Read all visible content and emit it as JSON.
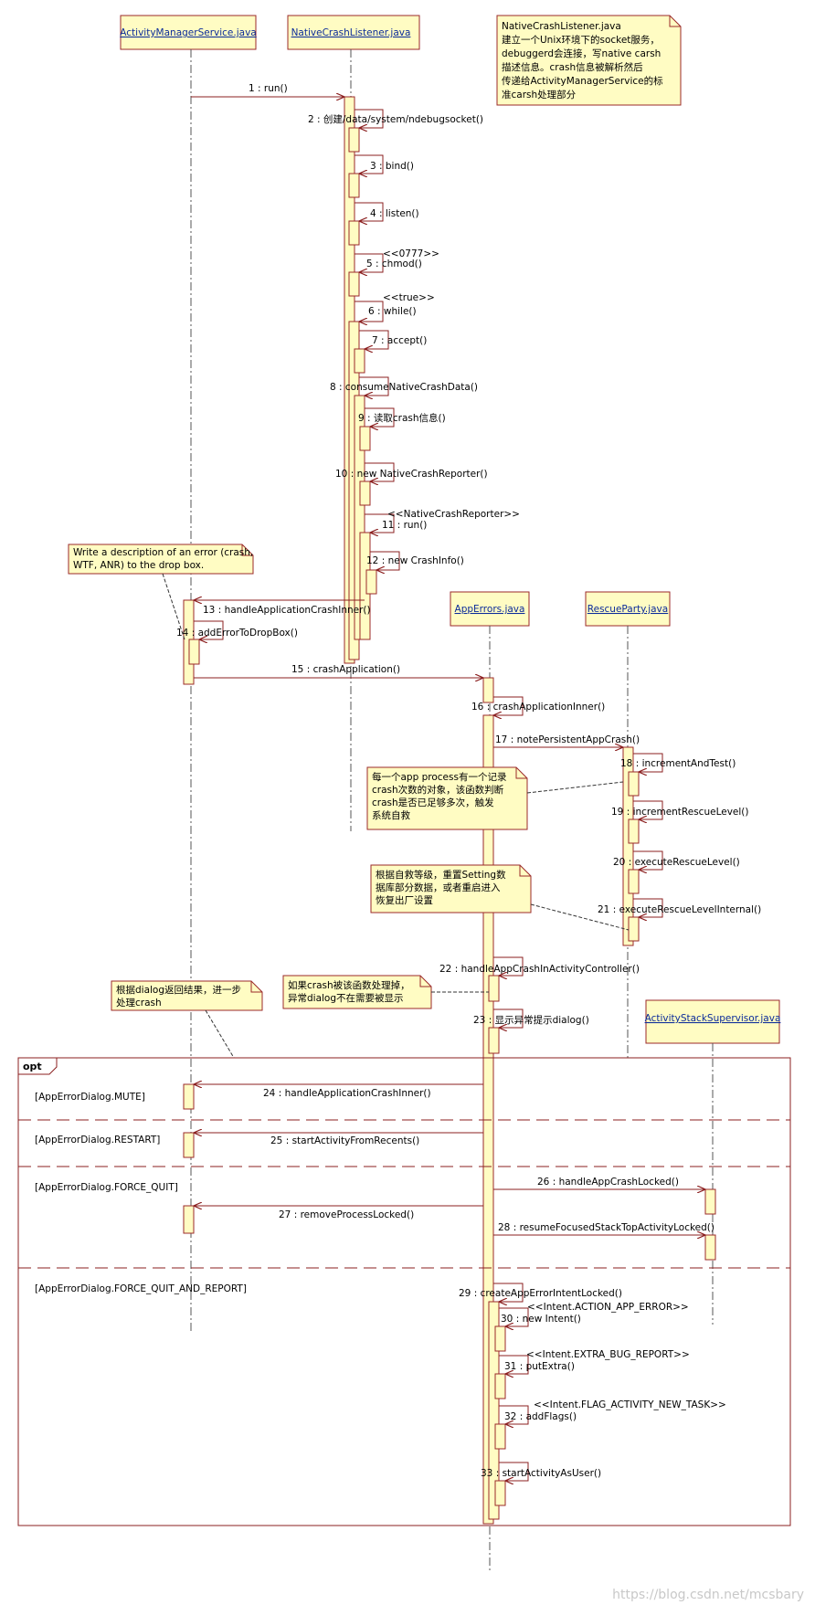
{
  "colors": {
    "box_fill": "#fffcc3",
    "box_stroke": "#9b2a2a",
    "arrow": "#8b1f1f",
    "lifeline": "#555555",
    "opt_border": "#8b1f1f",
    "header_text": "#0b2b9a"
  },
  "lifelines": [
    {
      "id": "ams",
      "label": "ActivityManagerService.java"
    },
    {
      "id": "ncl",
      "label": "NativeCrashListener.java"
    },
    {
      "id": "ae",
      "label": "AppErrors.java"
    },
    {
      "id": "rp",
      "label": "RescueParty.java"
    },
    {
      "id": "ass",
      "label": "ActivityStackSupervisor.java"
    }
  ],
  "messages": [
    {
      "n": "1",
      "text": "1 : run()"
    },
    {
      "n": "2",
      "text": "2 : 创建/data/system/ndebugsocket()"
    },
    {
      "n": "3",
      "text": "3 : bind()"
    },
    {
      "n": "4",
      "text": "4 : listen()"
    },
    {
      "n": "5",
      "text": "5 : chmod()",
      "stereo": "<<0777>>"
    },
    {
      "n": "6",
      "text": "6 : while()",
      "stereo": "<<true>>"
    },
    {
      "n": "7",
      "text": "7 : accept()"
    },
    {
      "n": "8",
      "text": "8 : consumeNativeCrashData()"
    },
    {
      "n": "9",
      "text": "9 : 读取crash信息()"
    },
    {
      "n": "10",
      "text": "10 : new NativeCrashReporter()"
    },
    {
      "n": "11",
      "text": "11 : run()",
      "stereo": "<<NativeCrashReporter>>"
    },
    {
      "n": "12",
      "text": "12 : new CrashInfo()"
    },
    {
      "n": "13",
      "text": "13 : handleApplicationCrashInner()"
    },
    {
      "n": "14",
      "text": "14 : addErrorToDropBox()"
    },
    {
      "n": "15",
      "text": "15 : crashApplication()"
    },
    {
      "n": "16",
      "text": "16 : crashApplicationInner()"
    },
    {
      "n": "17",
      "text": "17 : notePersistentAppCrash()"
    },
    {
      "n": "18",
      "text": "18 : incrementAndTest()"
    },
    {
      "n": "19",
      "text": "19 : incrementRescueLevel()"
    },
    {
      "n": "20",
      "text": "20 : executeRescueLevel()"
    },
    {
      "n": "21",
      "text": "21 : executeRescueLevelInternal()"
    },
    {
      "n": "22",
      "text": "22 : handleAppCrashInActivityController()"
    },
    {
      "n": "23",
      "text": "23 : 显示异常提示dialog()"
    },
    {
      "n": "24",
      "text": "24 : handleApplicationCrashInner()"
    },
    {
      "n": "25",
      "text": "25 : startActivityFromRecents()"
    },
    {
      "n": "26",
      "text": "26 : handleAppCrashLocked()"
    },
    {
      "n": "27",
      "text": "27 : removeProcessLocked()"
    },
    {
      "n": "28",
      "text": "28 : resumeFocusedStackTopActivityLocked()"
    },
    {
      "n": "29",
      "text": "29 : createAppErrorIntentLocked()"
    },
    {
      "n": "30",
      "text": "30 : new Intent()",
      "stereo": "<<Intent.ACTION_APP_ERROR>>"
    },
    {
      "n": "31",
      "text": "31 : putExtra()",
      "stereo": "<<Intent.EXTRA_BUG_REPORT>>"
    },
    {
      "n": "32",
      "text": "32 : addFlags()",
      "stereo": "<<Intent.FLAG_ACTIVITY_NEW_TASK>>"
    },
    {
      "n": "33",
      "text": "33 : startActivityAsUser()"
    }
  ],
  "notes": [
    {
      "id": "ncl_note",
      "lines": [
        "NativeCrashListener.java",
        "建立一个Unix环境下的socket服务，",
        "debuggerd会连接，写native carsh",
        "描述信息。crash信息被解析然后",
        "传递给ActivityManagerService的标",
        "准carsh处理部分"
      ]
    },
    {
      "id": "dropbox_note",
      "lines": [
        "Write a description of an error (crash,",
        "WTF, ANR) to the drop box."
      ]
    },
    {
      "id": "rescue_note",
      "lines": [
        "每一个app process有一个记录",
        "crash次数的对象，该函数判断",
        "crash是否已足够多次，触发",
        "系统自救"
      ]
    },
    {
      "id": "level_note",
      "lines": [
        "根据自救等级，重置Setting数",
        "据库部分数据，或者重启进入",
        "恢复出厂设置"
      ]
    },
    {
      "id": "controller_note",
      "lines": [
        "如果crash被该函数处理掉，",
        "异常dialog不在需要被显示"
      ]
    },
    {
      "id": "dialog_note",
      "lines": [
        "根据dialog返回结果，进一步",
        "处理crash"
      ]
    }
  ],
  "fragment": {
    "keyword": "opt",
    "guards": [
      "[AppErrorDialog.MUTE]",
      "[AppErrorDialog.RESTART]",
      "[AppErrorDialog.FORCE_QUIT]",
      "[AppErrorDialog.FORCE_QUIT_AND_REPORT]"
    ]
  },
  "watermark": "https://blog.csdn.net/mcsbary"
}
